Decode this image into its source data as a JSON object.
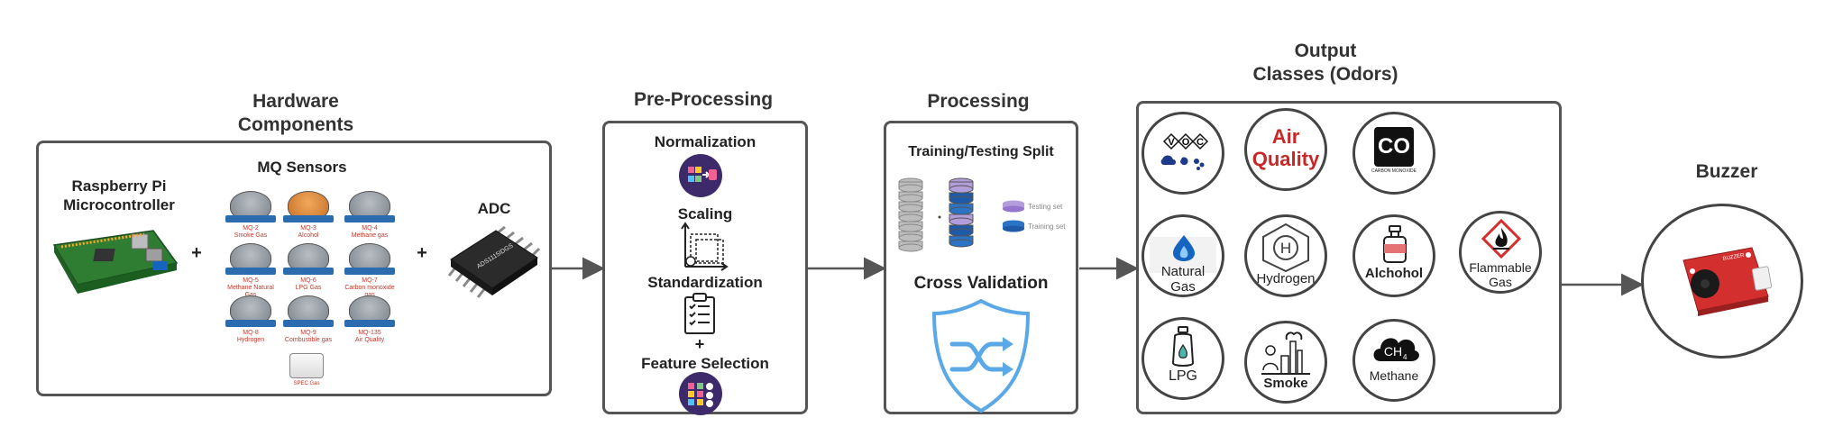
{
  "sections": {
    "hardware": {
      "title_line1": "Hardware",
      "title_line2": "Components"
    },
    "preprocessing": {
      "title": "Pre-Processing"
    },
    "processing": {
      "title": "Processing"
    },
    "output": {
      "title_line1": "Output",
      "title_line2": "Classes (Odors)"
    },
    "buzzer": {
      "title": "Buzzer"
    }
  },
  "hardware": {
    "rpi_line1": "Raspberry Pi",
    "rpi_line2": "Microcontroller",
    "mq_title": "MQ Sensors",
    "adc_title": "ADC",
    "adc_chip_text": "ADS1115IDGS",
    "plus": "+",
    "sensors": [
      {
        "name": "MQ-2",
        "desc": "Smoke Gas"
      },
      {
        "name": "MQ-3",
        "desc": "Alcohol"
      },
      {
        "name": "MQ-4",
        "desc": "Methane gas"
      },
      {
        "name": "MQ-5",
        "desc": "Methane Natural Gas"
      },
      {
        "name": "MQ-6",
        "desc": "LPG Gas"
      },
      {
        "name": "MQ-7",
        "desc": "Carbon monoxide gas"
      },
      {
        "name": "MQ-8",
        "desc": "Hydrogen"
      },
      {
        "name": "MQ-9",
        "desc": "Combustible gas"
      },
      {
        "name": "MQ-135",
        "desc": "Air Quality"
      }
    ],
    "extra_sensor": "SPEC Gas"
  },
  "preprocessing": {
    "steps": [
      "Normalization",
      "Scaling",
      "Standardization",
      "Feature Selection"
    ],
    "plus": "+"
  },
  "processing": {
    "split_title": "Training/Testing Split",
    "legend_testing": "Testing set",
    "legend_training": "Training set",
    "cv_title": "Cross Validation"
  },
  "outputs": {
    "voc_letters": [
      "V",
      "O",
      "C"
    ],
    "air_line1": "Air",
    "air_line2": "Quality",
    "co_text": "CO",
    "co_sub": "CARBON MONOXIDE",
    "natural_line1": "Natural",
    "natural_line2": "Gas",
    "hydrogen_symbol": "H",
    "hydrogen": "Hydrogen",
    "alcohol": "Alchohol",
    "flammable_line1": "Flammable",
    "flammable_line2": "Gas",
    "lpg": "LPG",
    "smoke": "Smoke",
    "methane_formula": "CH",
    "methane_sub": "4",
    "methane": "Methane"
  },
  "buzzer": {
    "board_text": "BUZZER"
  },
  "colors": {
    "border": "#555555",
    "arrow": "#555555",
    "air_quality_red": "#c62828",
    "icon_blue": "#4a90d9",
    "shield_blue": "#5aa9e6",
    "purple_icon": "#3d2a6b",
    "board_red": "#d32f2f",
    "pcb_green": "#2e7d32"
  },
  "icons": [
    "raspberry-pi-board",
    "mq-sensor",
    "adc-chip",
    "normalization-icon",
    "scaling-axes-icon",
    "checklist-icon",
    "feature-selection-icon",
    "database-stack-icon",
    "shield-shuffle-icon",
    "voc-icon",
    "co-icon",
    "flame-drop-icon",
    "hydrogen-hexagon-icon",
    "alcohol-bottle-icon",
    "flammable-hazard-icon",
    "lpg-bottle-icon",
    "smoke-factory-icon",
    "cloud-icon",
    "buzzer-module"
  ]
}
